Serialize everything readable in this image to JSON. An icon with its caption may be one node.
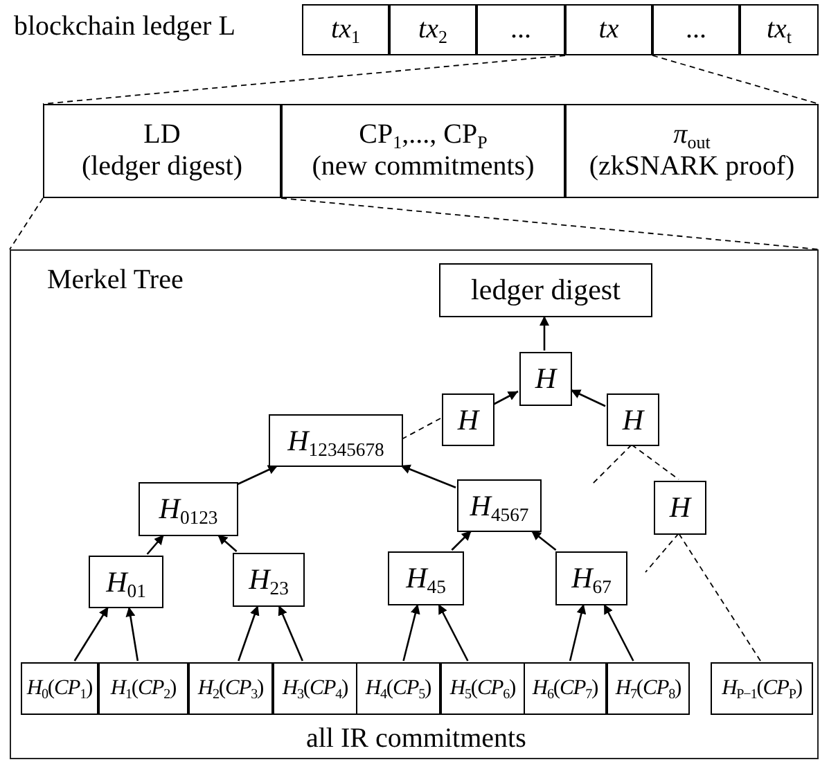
{
  "diagram": {
    "nodes": [
      {
        "text": [
          "*tx*$_{1}$"
        ]
      },
      {
        "text": [
          "*tx*$_{2}$"
        ]
      },
      {
        "text": [
          "..."
        ]
      },
      {
        "text": [
          "*tx*"
        ]
      },
      {
        "text": [
          "..."
        ]
      },
      {
        "text": [
          "*tx*$_{t}$"
        ]
      },
      {
        "text": [
          "LD",
          "(ledger digest)"
        ]
      },
      {
        "text": [
          "CP$_{1}$,..., CP$_{P}$",
          "(new commitments)"
        ]
      },
      {
        "text": [
          "*π*$_{out}$",
          "(zkSNARK proof)"
        ]
      },
      {
        "text": [
          "Merkel Tree"
        ]
      },
      {
        "text": [
          "ledger digest"
        ],
        "in": 9
      },
      {
        "text": [
          "*H*"
        ],
        "in": 9
      },
      {
        "text": [
          "*H*"
        ],
        "in": 9
      },
      {
        "text": [
          "*H*"
        ],
        "in": 9
      },
      {
        "text": [
          "*H*$_{12345678}$"
        ],
        "in": 9
      },
      {
        "text": [
          "*H*$_{0123}$"
        ],
        "in": 9
      },
      {
        "text": [
          "*H*$_{4567}$"
        ],
        "in": 9
      },
      {
        "text": [
          "*H*"
        ],
        "in": 9
      },
      {
        "text": [
          "*H*$_{01}$"
        ],
        "in": 9
      },
      {
        "text": [
          "*H*$_{23}$"
        ],
        "in": 9
      },
      {
        "text": [
          "*H*$_{45}$"
        ],
        "in": 9
      },
      {
        "text": [
          "*H*$_{67}$"
        ],
        "in": 9
      },
      {
        "text": [
          "*H*$_{0}$(*CP*$_{1}$)"
        ],
        "in": 9
      },
      {
        "text": [
          "*H*$_{1}$(*CP*$_{2}$)"
        ],
        "in": 9
      },
      {
        "text": [
          "*H*$_{2}$(*CP*$_{3}$)"
        ],
        "in": 9
      },
      {
        "text": [
          "*H*$_{3}$(*CP*$_{4}$)"
        ],
        "in": 9
      },
      {
        "text": [
          "*H*$_{4}$(*CP*$_{5}$)"
        ],
        "in": 9
      },
      {
        "text": [
          "*H*$_{5}$(*CP*$_{6}$)"
        ],
        "in": 9
      },
      {
        "text": [
          "*H*$_{6}$(*CP*$_{7}$)"
        ],
        "in": 9
      },
      {
        "text": [
          "*H*$_{7}$(*CP*$_{8}$)"
        ],
        "in": 9
      },
      {
        "text": [
          "*H*$_{P−1}$(*CP*$_{P}$)"
        ],
        "in": 9
      }
    ],
    "edges": [
      {
        "from": 3,
        "to": 6,
        "arrow": "none",
        "style": "dashed"
      },
      {
        "from": 3,
        "to": 8,
        "arrow": "none",
        "style": "dashed"
      },
      {
        "from": 6,
        "to": 9,
        "arrow": "none",
        "style": "dashed"
      },
      {
        "from": 6,
        "to": 9,
        "arrow": "none",
        "style": "dashed"
      },
      {
        "from": 11,
        "to": 10,
        "arrow": "to"
      },
      {
        "from": 12,
        "to": 11,
        "arrow": "to"
      },
      {
        "from": 13,
        "to": 11,
        "arrow": "to"
      },
      {
        "from": 14,
        "to": 12,
        "arrow": "none",
        "style": "dashed"
      },
      {
        "from": 13,
        "to": null,
        "arrow": "none",
        "style": "dashed"
      },
      {
        "from": 13,
        "to": 17,
        "arrow": "none",
        "style": "dashed"
      },
      {
        "from": 17,
        "to": null,
        "arrow": "none",
        "style": "dashed"
      },
      {
        "from": 30,
        "to": 17,
        "arrow": "none",
        "style": "dashed"
      },
      {
        "from": 15,
        "to": 14,
        "arrow": "to"
      },
      {
        "from": 16,
        "to": 14,
        "arrow": "to"
      },
      {
        "from": 18,
        "to": 15,
        "arrow": "to"
      },
      {
        "from": 19,
        "to": 15,
        "arrow": "to"
      },
      {
        "from": 20,
        "to": 16,
        "arrow": "to"
      },
      {
        "from": 21,
        "to": 16,
        "arrow": "to"
      },
      {
        "from": 22,
        "to": 18,
        "arrow": "to"
      },
      {
        "from": 23,
        "to": 18,
        "arrow": "to"
      },
      {
        "from": 24,
        "to": 19,
        "arrow": "to"
      },
      {
        "from": 25,
        "to": 19,
        "arrow": "to"
      },
      {
        "from": 26,
        "to": 20,
        "arrow": "to"
      },
      {
        "from": 27,
        "to": 20,
        "arrow": "to"
      },
      {
        "from": 28,
        "to": 21,
        "arrow": "to"
      },
      {
        "from": 29,
        "to": 21,
        "arrow": "to"
      }
    ],
    "labels": [
      "blockchain ledger L",
      "all IR commitments"
    ]
  }
}
